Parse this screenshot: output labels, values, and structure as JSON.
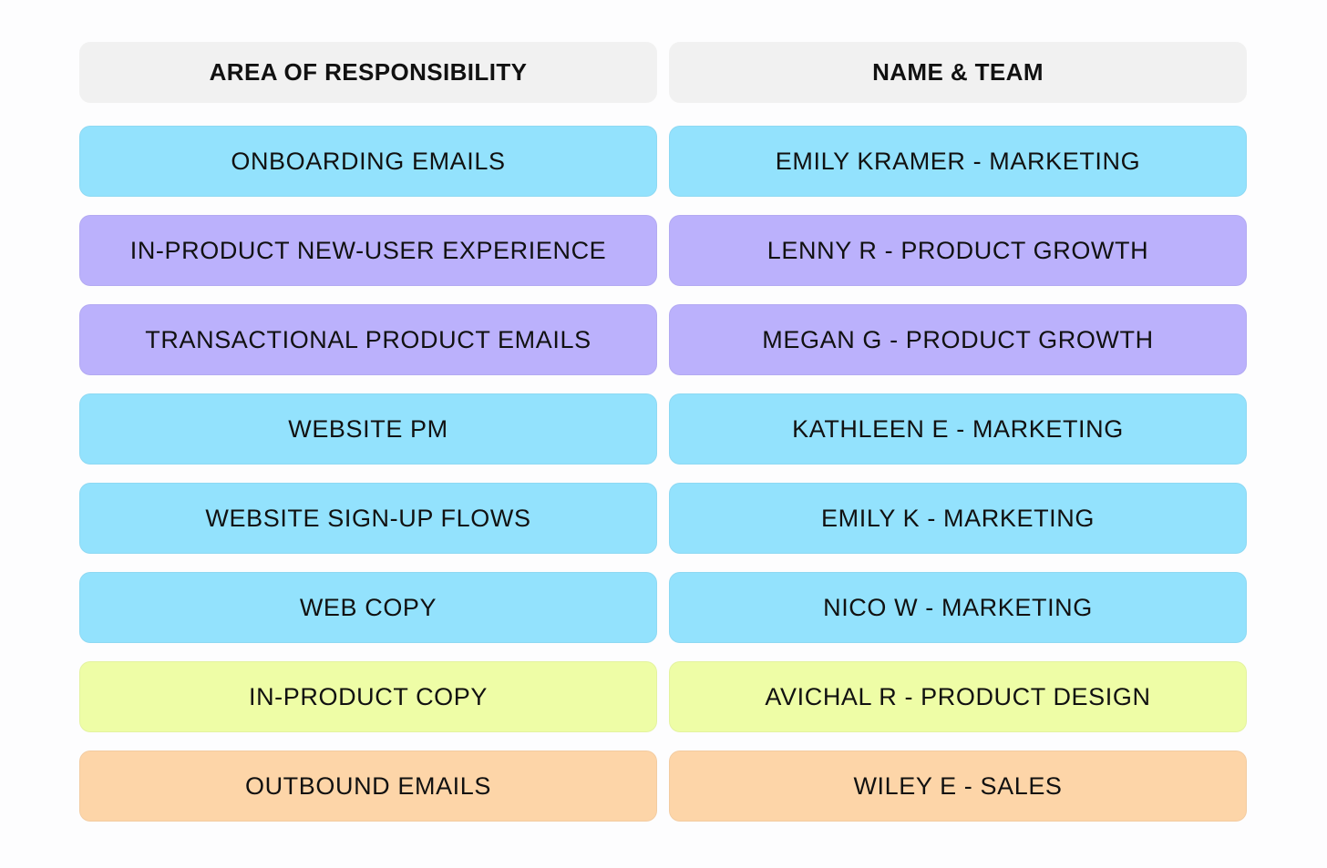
{
  "headers": {
    "area": "AREA OF RESPONSIBILITY",
    "name": "NAME & TEAM"
  },
  "colors": {
    "header": "#f1f1f1",
    "marketing": "#93e2fd",
    "product_growth": "#bbb1fc",
    "product_design": "#eefda6",
    "sales": "#fdd5a8"
  },
  "rows": [
    {
      "area": "ONBOARDING EMAILS",
      "name": "EMILY KRAMER - MARKETING",
      "color": "#93e2fd"
    },
    {
      "area": "IN-PRODUCT NEW-USER EXPERIENCE",
      "name": "LENNY R - PRODUCT GROWTH",
      "color": "#bbb1fc"
    },
    {
      "area": "TRANSACTIONAL PRODUCT EMAILS",
      "name": "MEGAN G - PRODUCT GROWTH",
      "color": "#bbb1fc"
    },
    {
      "area": "WEBSITE PM",
      "name": "KATHLEEN E - MARKETING",
      "color": "#93e2fd"
    },
    {
      "area": "WEBSITE SIGN-UP FLOWS",
      "name": "EMILY K - MARKETING",
      "color": "#93e2fd"
    },
    {
      "area": "WEB COPY",
      "name": "NICO W - MARKETING",
      "color": "#93e2fd"
    },
    {
      "area": "IN-PRODUCT COPY",
      "name": "AVICHAL R - PRODUCT DESIGN",
      "color": "#eefda6"
    },
    {
      "area": "OUTBOUND EMAILS",
      "name": "WILEY E - SALES",
      "color": "#fdd5a8"
    }
  ]
}
